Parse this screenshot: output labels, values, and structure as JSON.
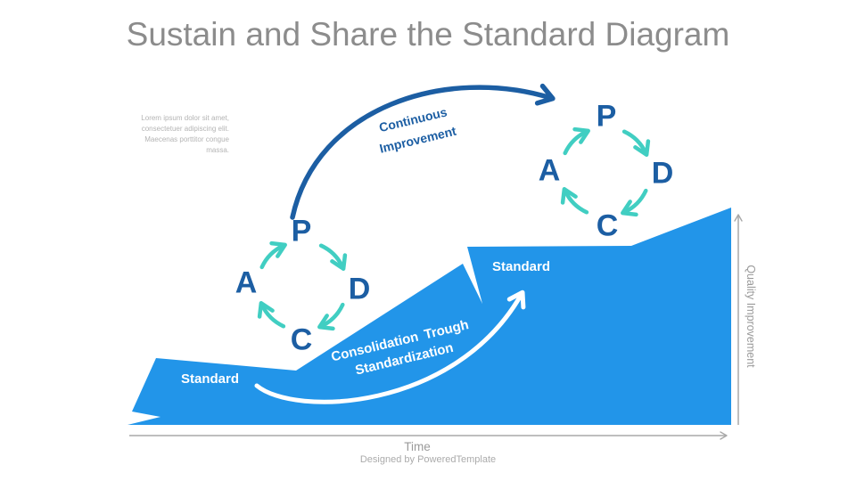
{
  "title": "Sustain and Share the Standard Diagram",
  "description": {
    "lines": [
      "Lorem ipsum dolor sit amet,",
      "consectetuer adipiscing elit.",
      "Maecenas porttitor congue",
      "massa."
    ]
  },
  "pdca": {
    "plan": "P",
    "do": "D",
    "check": "C",
    "act": "A"
  },
  "annotations": {
    "continuous_improvement": {
      "line1": "Continuous",
      "line2": "Improvement"
    },
    "consolidation": {
      "line1": "Consolidation Trough",
      "line2": "Standardization"
    },
    "standard_lower": "Standard",
    "standard_upper": "Standard"
  },
  "axes": {
    "x_label": "Time",
    "y_label": "Quality Improvement"
  },
  "footer": {
    "credit": "Designed by PoweredTemplate"
  },
  "colors": {
    "shape_blue": "#2295e9",
    "navy": "#1c5ea3",
    "teal": "#41cec2",
    "title_gray": "#8c8c8c",
    "axis_gray": "#a8a8a8",
    "white": "#ffffff"
  }
}
